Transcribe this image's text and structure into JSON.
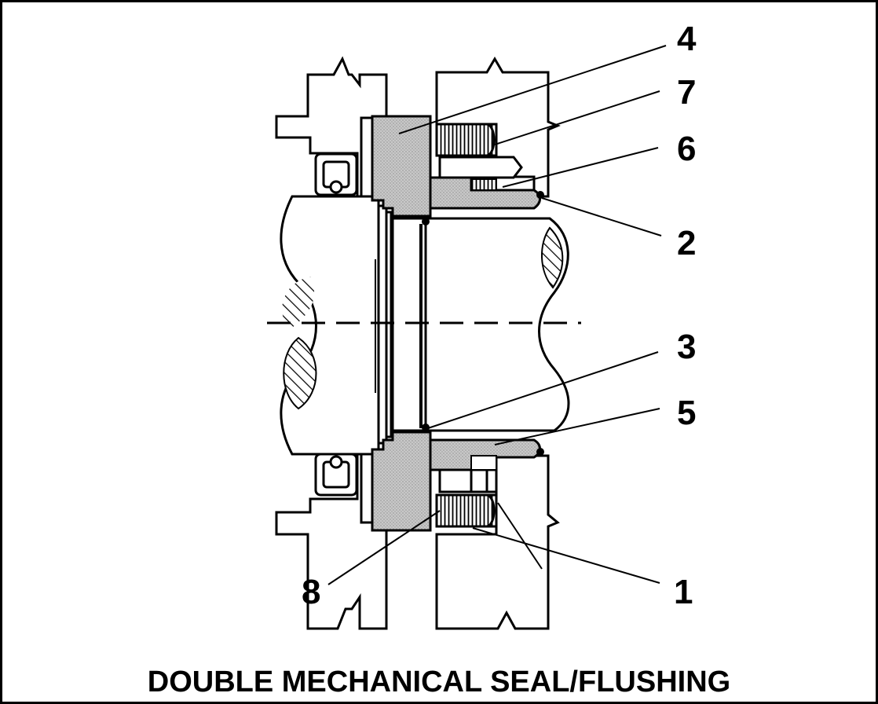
{
  "diagram": {
    "title": "DOUBLE MECHANICAL SEAL/FLUSHING",
    "callouts": {
      "c1": "1",
      "c2": "2",
      "c3": "3",
      "c4": "4",
      "c5": "5",
      "c6": "6",
      "c7": "7",
      "c8": "8"
    }
  }
}
